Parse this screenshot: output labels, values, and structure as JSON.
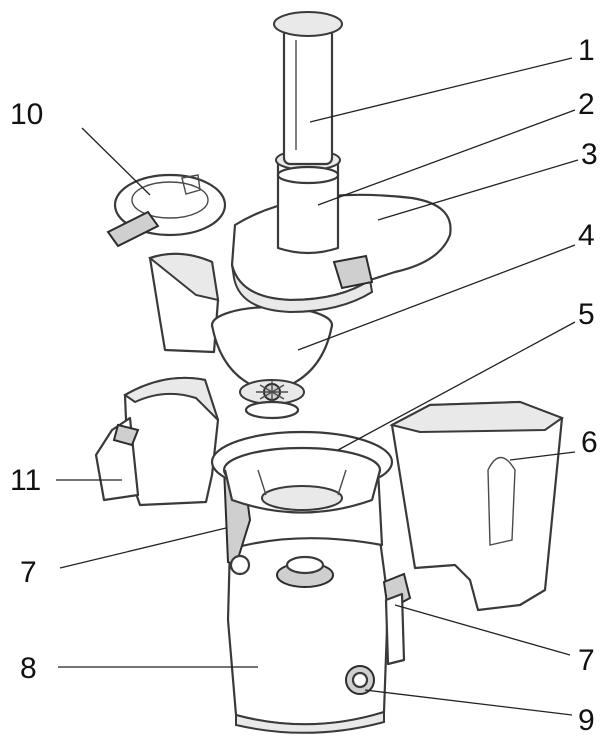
{
  "callouts": [
    "1",
    "2",
    "3",
    "4",
    "5",
    "6",
    "7",
    "7",
    "8",
    "9",
    "10",
    "11"
  ]
}
